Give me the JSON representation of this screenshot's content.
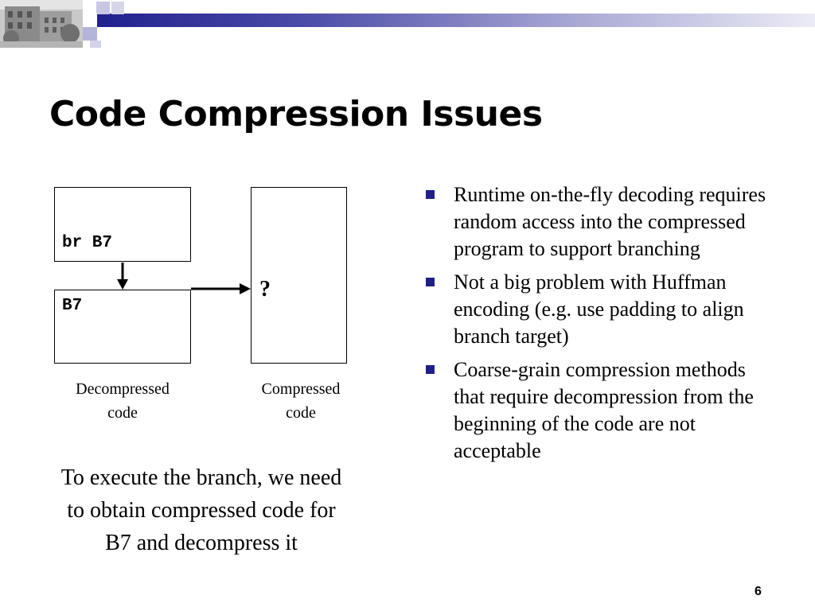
{
  "title": "Code Compression Issues",
  "diagram": {
    "branch_instruction": "br B7",
    "target_block": "B7",
    "unknown_marker": "?",
    "decompressed_caption_line1": "Decompressed",
    "decompressed_caption_line2": "code",
    "compressed_caption_line1": "Compressed",
    "compressed_caption_line2": "code"
  },
  "note": "To execute the branch, we need to obtain compressed code for B7 and decompress it",
  "bullets": [
    "Runtime on-the-fly decoding requires random access into the compressed program to support branching",
    "Not a big problem with Huffman encoding (e.g. use padding to align branch target)",
    "Coarse-grain compression methods that require decompression from the beginning of the code are not acceptable"
  ],
  "page_number": "6",
  "colors": {
    "bullet": "#1f1f8a",
    "header_bar": "#1e1e8c"
  }
}
